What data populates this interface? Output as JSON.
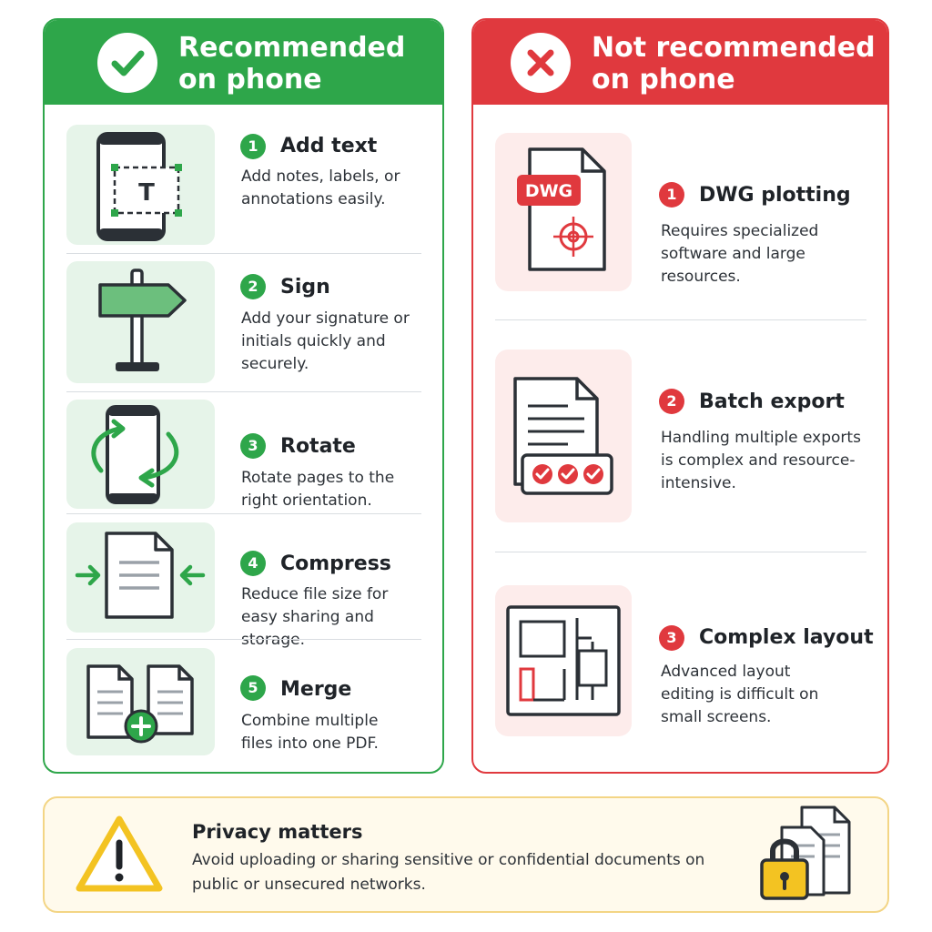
{
  "recommended": {
    "title": "Recommended on phone",
    "badge_icon": "check-icon",
    "accent": "#2ea64a",
    "items": [
      {
        "number": "1",
        "title": "Add text",
        "description": "Add notes, labels, or annotations easily.",
        "icon": "text-tool-phone-icon"
      },
      {
        "number": "2",
        "title": "Sign",
        "description": "Add your signature or initials quickly and securely.",
        "icon": "signpost-icon"
      },
      {
        "number": "3",
        "title": "Rotate",
        "description": "Rotate pages to the right orientation.",
        "icon": "rotate-phone-icon"
      },
      {
        "number": "4",
        "title": "Compress",
        "description": "Reduce file size for easy sharing and storage.",
        "icon": "compress-file-icon"
      },
      {
        "number": "5",
        "title": "Merge",
        "description": "Combine multiple files into one PDF.",
        "icon": "merge-files-icon"
      }
    ]
  },
  "not_recommended": {
    "title": "Not recommended on phone",
    "badge_icon": "cross-icon",
    "accent": "#e0393e",
    "items": [
      {
        "number": "1",
        "title": "DWG plotting",
        "description": "Requires specialized software and large resources.",
        "icon": "dwg-file-icon",
        "icon_label": "DWG"
      },
      {
        "number": "2",
        "title": "Batch export",
        "description": "Handling multiple exports is complex and resource-intensive.",
        "icon": "batch-export-icon"
      },
      {
        "number": "3",
        "title": "Complex layout",
        "description": "Advanced layout editing is difficult on small screens.",
        "icon": "complex-layout-icon"
      }
    ]
  },
  "privacy": {
    "title": "Privacy matters",
    "description": "Avoid uploading or sharing sensitive or confidential documents on public or unsecured networks.",
    "warning_icon": "warning-icon",
    "lock_icon": "lock-document-icon",
    "accent": "#f3c322"
  }
}
